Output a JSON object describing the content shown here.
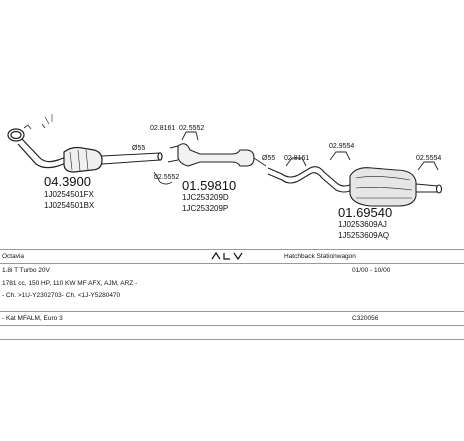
{
  "parts": [
    {
      "number": "04.3900",
      "oem": [
        "1J0254501FX",
        "1J0254501BX"
      ]
    },
    {
      "number": "01.59810",
      "oem": [
        "1JC253209D",
        "1JC253209P"
      ]
    },
    {
      "number": "01.69540",
      "oem": [
        "1J0253609AJ",
        "1J5253609AQ"
      ]
    }
  ],
  "clamps": {
    "c1": "02.8161",
    "c2": "02.5552",
    "c3": "02.5552",
    "d1": "Ø55",
    "d2": "Ø55",
    "c4": "02.8161",
    "c5": "02.9554",
    "c6": "02.5554"
  },
  "vehicle": {
    "model": "Octavia",
    "body": "Hatchback Stationwagon",
    "engine": "1.8i T Turbo 20V",
    "period": "01/00 - 10/00",
    "spec": "1781 cc, 150 HP, 110 KW MF AFX, AJM, ARZ -",
    "chassis": "- Ch. >1U-Y2302703- Ch. <1J-Y5280470",
    "cat": "- Kat MFALM, Euro 3",
    "code": "C320056"
  }
}
